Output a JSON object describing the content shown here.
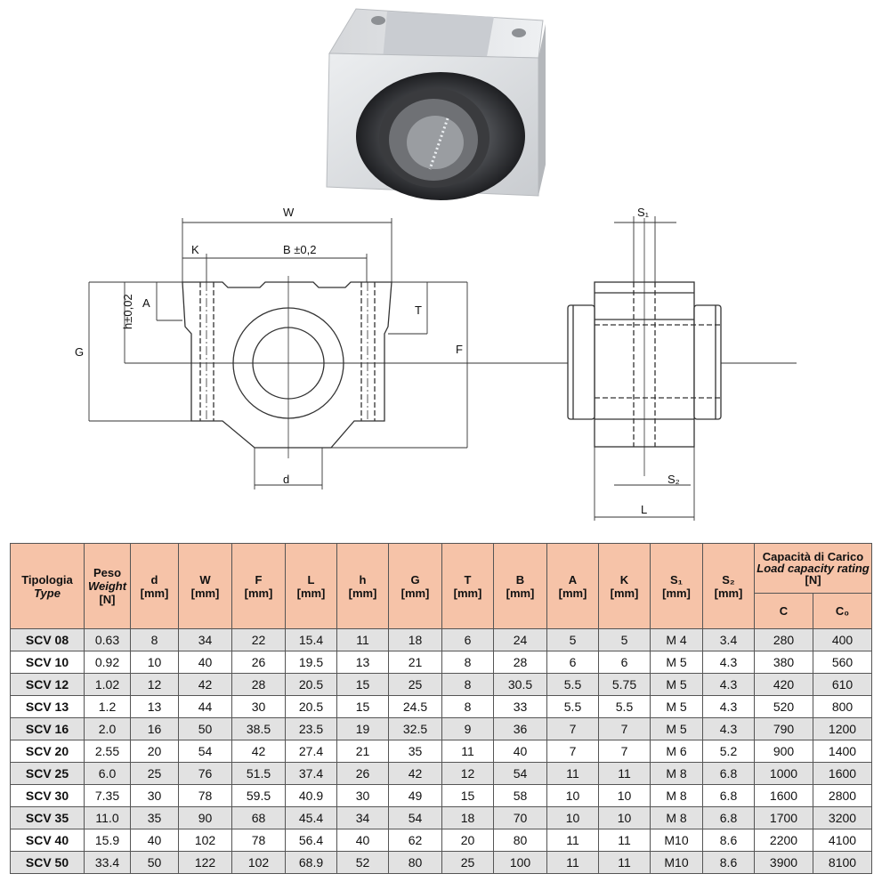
{
  "labels": {
    "W": "W",
    "K": "K",
    "B": "B ±0,2",
    "A": "A",
    "T": "T",
    "h": "h±0,02",
    "G": "G",
    "F": "F",
    "d": "d",
    "S1": "S₁",
    "S2": "S₂",
    "L": "L"
  },
  "table": {
    "header": {
      "type_it": "Tipologia",
      "type_en": "Type",
      "weight_it": "Peso",
      "weight_en": "Weight",
      "weight_unit": "[N]",
      "d": "d",
      "W": "W",
      "F": "F",
      "L": "L",
      "h": "h",
      "G": "G",
      "T": "T",
      "B": "B",
      "A": "A",
      "K": "K",
      "S1": "S₁",
      "S2": "S₂",
      "mm": "[mm]",
      "cap_it": "Capacità di Carico",
      "cap_en": "Load capacity rating",
      "cap_unit": "[N]",
      "C": "C",
      "C0": "C₀"
    },
    "rows": [
      [
        "SCV 08",
        "0.63",
        "8",
        "34",
        "22",
        "15.4",
        "11",
        "18",
        "6",
        "24",
        "5",
        "5",
        "M  4",
        "3.4",
        "280",
        "400"
      ],
      [
        "SCV 10",
        "0.92",
        "10",
        "40",
        "26",
        "19.5",
        "13",
        "21",
        "8",
        "28",
        "6",
        "6",
        "M  5",
        "4.3",
        "380",
        "560"
      ],
      [
        "SCV 12",
        "1.02",
        "12",
        "42",
        "28",
        "20.5",
        "15",
        "25",
        "8",
        "30.5",
        "5.5",
        "5.75",
        "M  5",
        "4.3",
        "420",
        "610"
      ],
      [
        "SCV 13",
        "1.2",
        "13",
        "44",
        "30",
        "20.5",
        "15",
        "24.5",
        "8",
        "33",
        "5.5",
        "5.5",
        "M  5",
        "4.3",
        "520",
        "800"
      ],
      [
        "SCV 16",
        "2.0",
        "16",
        "50",
        "38.5",
        "23.5",
        "19",
        "32.5",
        "9",
        "36",
        "7",
        "7",
        "M  5",
        "4.3",
        "790",
        "1200"
      ],
      [
        "SCV 20",
        "2.55",
        "20",
        "54",
        "42",
        "27.4",
        "21",
        "35",
        "11",
        "40",
        "7",
        "7",
        "M  6",
        "5.2",
        "900",
        "1400"
      ],
      [
        "SCV 25",
        "6.0",
        "25",
        "76",
        "51.5",
        "37.4",
        "26",
        "42",
        "12",
        "54",
        "11",
        "11",
        "M  8",
        "6.8",
        "1000",
        "1600"
      ],
      [
        "SCV 30",
        "7.35",
        "30",
        "78",
        "59.5",
        "40.9",
        "30",
        "49",
        "15",
        "58",
        "10",
        "10",
        "M  8",
        "6.8",
        "1600",
        "2800"
      ],
      [
        "SCV 35",
        "11.0",
        "35",
        "90",
        "68",
        "45.4",
        "34",
        "54",
        "18",
        "70",
        "10",
        "10",
        "M  8",
        "6.8",
        "1700",
        "3200"
      ],
      [
        "SCV 40",
        "15.9",
        "40",
        "102",
        "78",
        "56.4",
        "40",
        "62",
        "20",
        "80",
        "11",
        "11",
        "M10",
        "8.6",
        "2200",
        "4100"
      ],
      [
        "SCV 50",
        "33.4",
        "50",
        "122",
        "102",
        "68.9",
        "52",
        "80",
        "25",
        "100",
        "11",
        "11",
        "M10",
        "8.6",
        "3900",
        "8100"
      ]
    ]
  }
}
